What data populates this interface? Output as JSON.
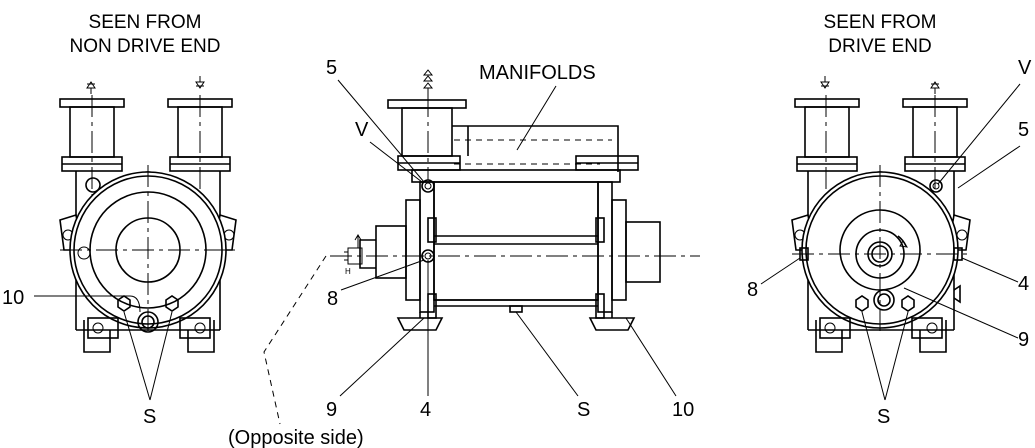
{
  "views": {
    "left": {
      "caption_line1": "SEEN FROM",
      "caption_line2": "NON DRIVE END"
    },
    "center": {
      "manifolds_label": "MANIFOLDS",
      "opposite_side": "(Opposite side)"
    },
    "right": {
      "caption_line1": "SEEN FROM",
      "caption_line2": "DRIVE END"
    }
  },
  "labels": {
    "left": {
      "ten": "10",
      "s": "S"
    },
    "center": {
      "five": "5",
      "v": "V",
      "eight": "8",
      "nine": "9",
      "four": "4",
      "s": "S",
      "ten": "10"
    },
    "right": {
      "v": "V",
      "five": "5",
      "eight": "8",
      "four": "4",
      "nine": "9",
      "s": "S"
    }
  },
  "colors": {
    "line": "#000000",
    "background": "#ffffff"
  }
}
